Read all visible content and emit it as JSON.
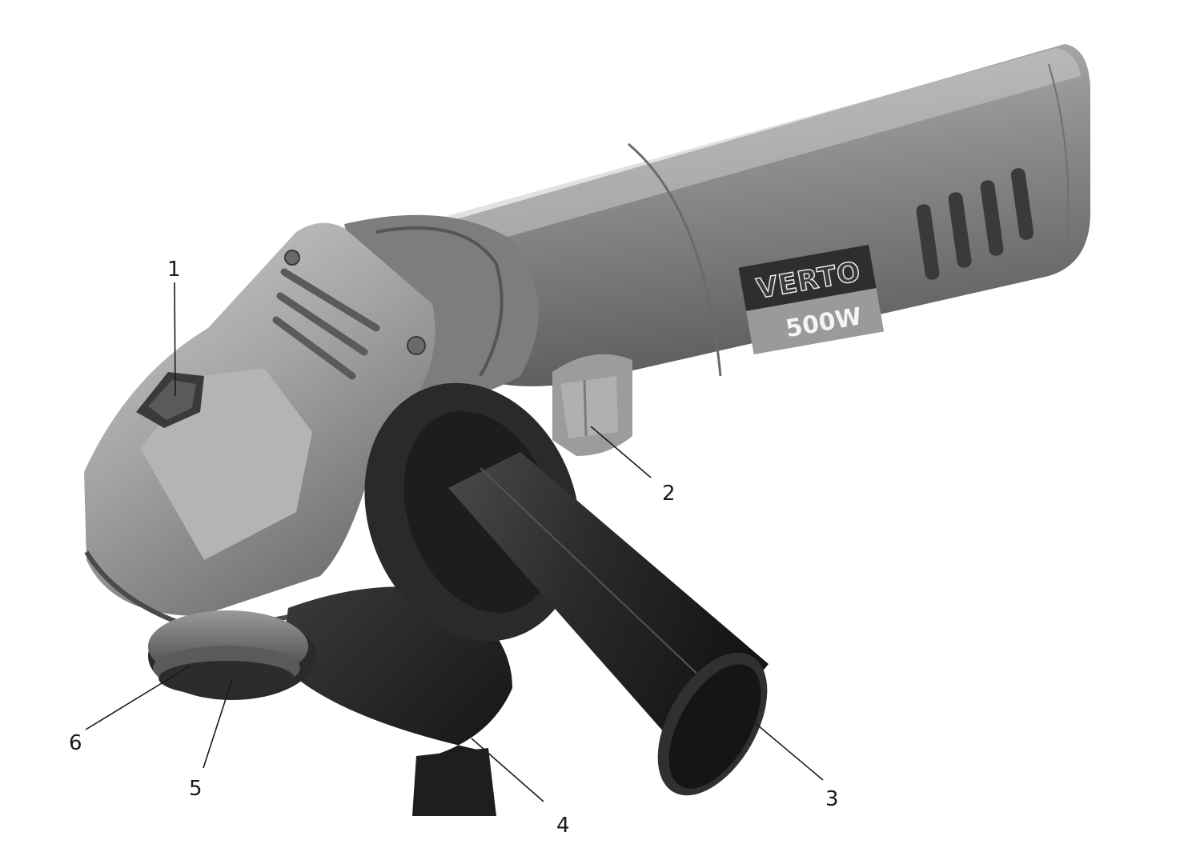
{
  "device": {
    "brand": "VERTO",
    "power_rating": "500W"
  },
  "callouts": [
    {
      "id": "1",
      "label": "1"
    },
    {
      "id": "2",
      "label": "2"
    },
    {
      "id": "3",
      "label": "3"
    },
    {
      "id": "4",
      "label": "4"
    },
    {
      "id": "5",
      "label": "5"
    },
    {
      "id": "6",
      "label": "6"
    }
  ],
  "colors": {
    "body_gray": "#8f8f8f",
    "head_metal": "#a6a6a6",
    "handle_black": "#262626",
    "guard_black": "#1c1c1c",
    "label_dark": "#2e2e2e",
    "label_light": "#9a9a9a"
  }
}
